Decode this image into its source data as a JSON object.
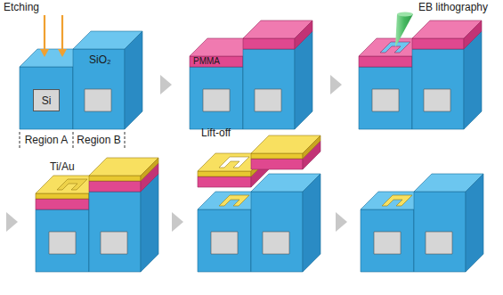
{
  "diagram": {
    "nodes": [
      {
        "text": [
          "Si"
        ]
      }
    ],
    "labels": [
      "Etching",
      "SiO₂",
      "Region A",
      "Region B",
      "PMMA",
      "EB lithography",
      "Ti/Au",
      "Lift-off"
    ]
  }
}
